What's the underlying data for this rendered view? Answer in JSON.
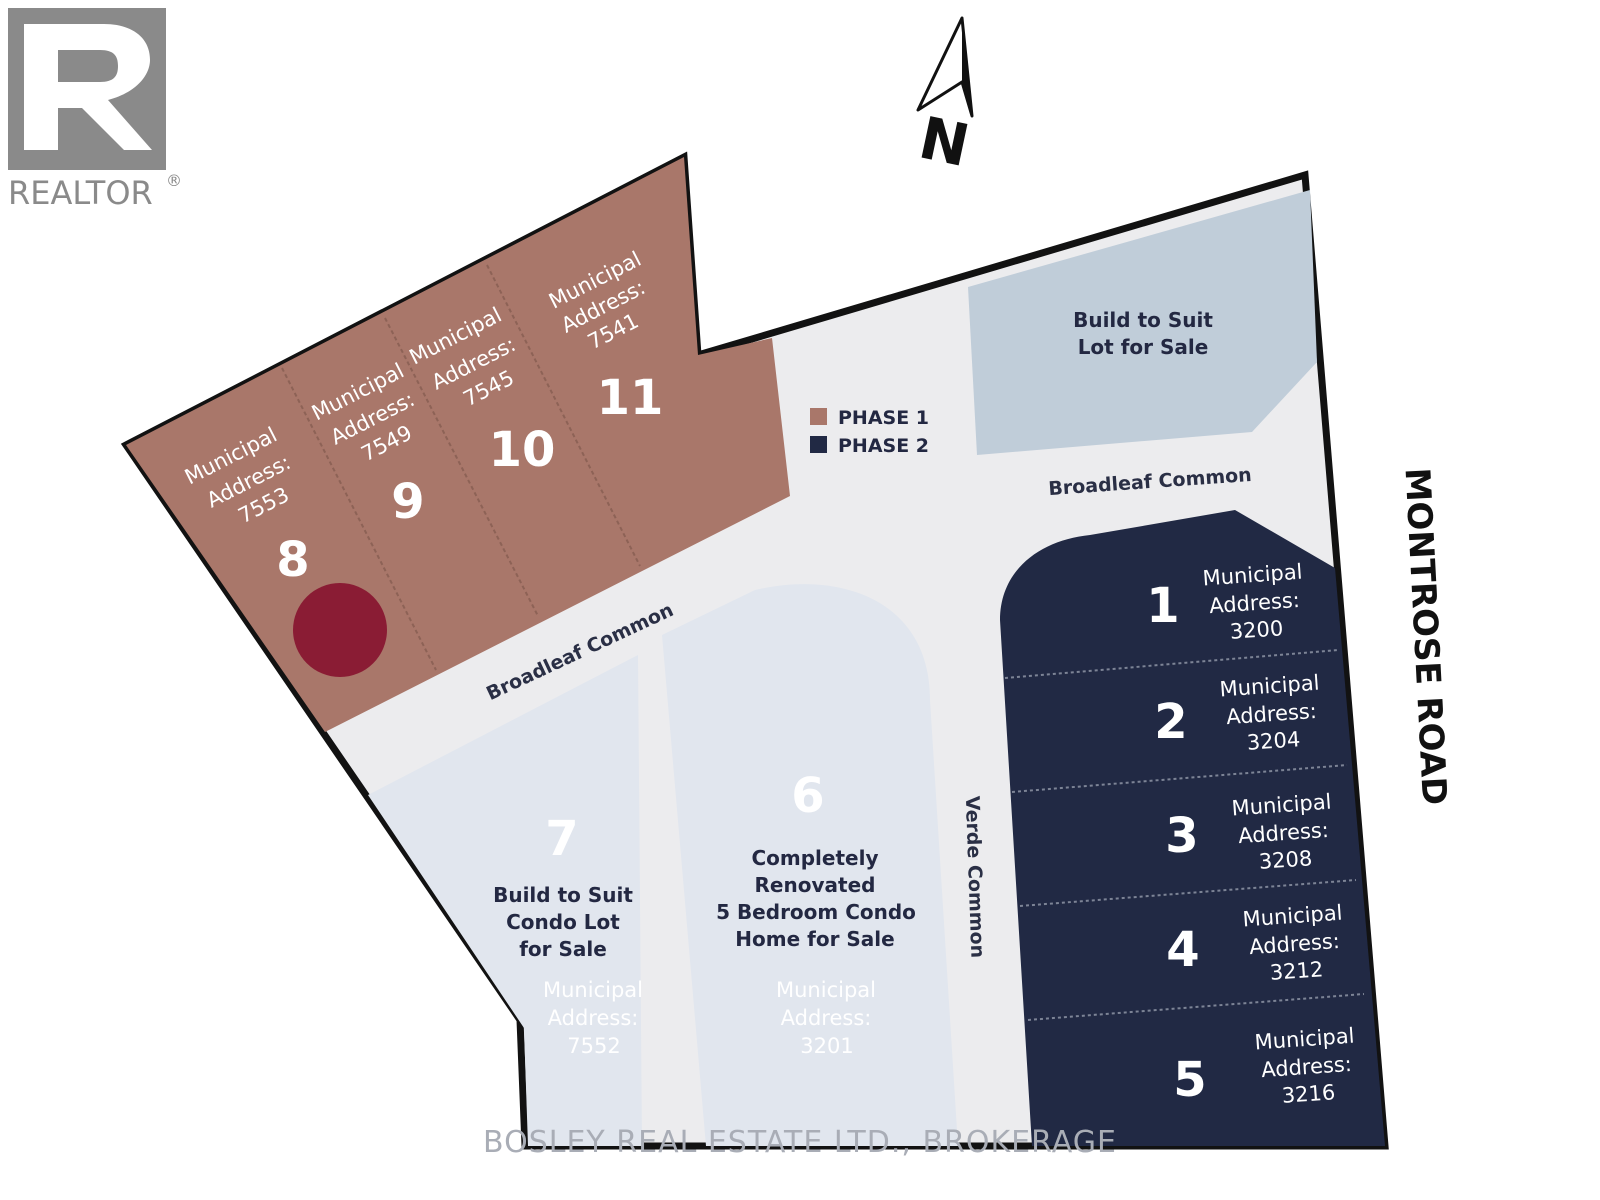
{
  "logo": {
    "label": "REALTOR",
    "reg": "®"
  },
  "north": {
    "label": "N"
  },
  "roads": {
    "broadleaf_east": "Broadleaf Common",
    "broadleaf_west": "Broadleaf Common",
    "verde": "Verde Common",
    "montrose": "MONTROSE ROAD"
  },
  "legend": [
    {
      "label": "PHASE 1",
      "color": "#a9776a"
    },
    {
      "label": "PHASE 2",
      "color": "#212944"
    }
  ],
  "colors": {
    "phase1": "#a9776a",
    "phase2": "#212944",
    "build_lot": "#c0cdd9",
    "condo_parcels": "#e1e6ee",
    "road": "#ececee",
    "marker": "#8a1c34",
    "outline": "#121212"
  },
  "marker": {
    "lot": "8",
    "icon": "selected-lot-marker-icon"
  },
  "lots": {
    "l1": {
      "number": "1",
      "addr1": "Municipal",
      "addr2": "Address:",
      "addr3": "3200"
    },
    "l2": {
      "number": "2",
      "addr1": "Municipal",
      "addr2": "Address:",
      "addr3": "3204"
    },
    "l3": {
      "number": "3",
      "addr1": "Municipal",
      "addr2": "Address:",
      "addr3": "3208"
    },
    "l4": {
      "number": "4",
      "addr1": "Municipal",
      "addr2": "Address:",
      "addr3": "3212"
    },
    "l5": {
      "number": "5",
      "addr1": "Municipal",
      "addr2": "Address:",
      "addr3": "3216"
    },
    "l6": {
      "number": "6",
      "desc1": "Completely",
      "desc2": "Renovated",
      "desc3": "5 Bedroom Condo",
      "desc4": "Home for Sale",
      "addr1": "Municipal",
      "addr2": "Address:",
      "addr3": "3201"
    },
    "l7": {
      "number": "7",
      "desc1": "Build to Suit",
      "desc2": "Condo Lot",
      "desc3": "for Sale",
      "addr1": "Municipal",
      "addr2": "Address:",
      "addr3": "7552"
    },
    "l8": {
      "number": "8",
      "addr1": "Municipal",
      "addr2": "Address:",
      "addr3": "7553"
    },
    "l9": {
      "number": "9",
      "addr1": "Municipal",
      "addr2": "Address:",
      "addr3": "7549"
    },
    "l10": {
      "number": "10",
      "addr1": "Municipal",
      "addr2": "Address:",
      "addr3": "7545"
    },
    "l11": {
      "number": "11",
      "addr1": "Municipal",
      "addr2": "Address:",
      "addr3": "7541"
    }
  },
  "build_lot": {
    "line1": "Build to Suit",
    "line2": "Lot for Sale"
  },
  "watermark": "BOSLEY REAL ESTATE LTD., BROKERAGE"
}
